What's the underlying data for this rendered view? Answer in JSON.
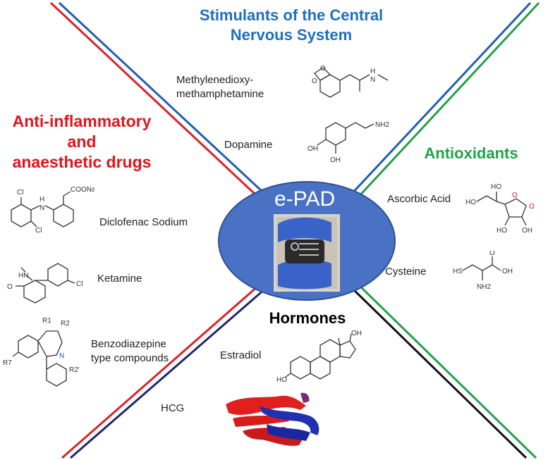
{
  "categories": {
    "stimulants": {
      "line1": "Stimulants of the Central",
      "line2": "Nervous System",
      "color": "#1f6fbf"
    },
    "anti_inflammatory": {
      "line1": "Anti-inflammatory",
      "line2": "and",
      "line3": "anaesthetic drugs",
      "color": "#e0141b"
    },
    "antioxidants": {
      "label": "Antioxidants",
      "color": "#1fa34a"
    },
    "hormones": {
      "label": "Hormones",
      "color": "#000000"
    }
  },
  "center": {
    "title": "e-PAD",
    "ellipse_color": "#4a72c4"
  },
  "compounds": {
    "mdma": {
      "line1": "Methylenedioxy-",
      "line2": "methamphetamine"
    },
    "dopamine": {
      "label": "Dopamine",
      "formula_label": "NH2"
    },
    "diclofenac": {
      "label": "Diclofenac Sodium",
      "cl": "Cl",
      "nh": "H",
      "n": "N",
      "coona": "COONa"
    },
    "ketamine": {
      "label": "Ketamine",
      "hn": "HN",
      "cl": "Cl",
      "o": "O"
    },
    "benzodiazepine": {
      "line1": "Benzodiazepine",
      "line2": "type compounds",
      "r1": "R1",
      "r2": "R2",
      "r7": "R7",
      "r2p": "R2'",
      "n": "N"
    },
    "ascorbic": {
      "label": "Ascorbic Acid",
      "ho": "HO",
      "oh": "OH",
      "o": "O"
    },
    "cysteine": {
      "label": "Cysteine",
      "hs": "HS",
      "oh": "OH",
      "nh2": "NH2",
      "o": "O"
    },
    "estradiol": {
      "label": "Estradiol",
      "ho": "HO",
      "oh": "OH"
    },
    "hcg": {
      "label": "HCG"
    },
    "oh": "OH"
  },
  "colors": {
    "red_line": "#d9232a",
    "blue_line": "#1f5fb0",
    "green_line": "#22a04b",
    "black_line": "#111111",
    "dark_blue_line": "#1a2a6c"
  }
}
